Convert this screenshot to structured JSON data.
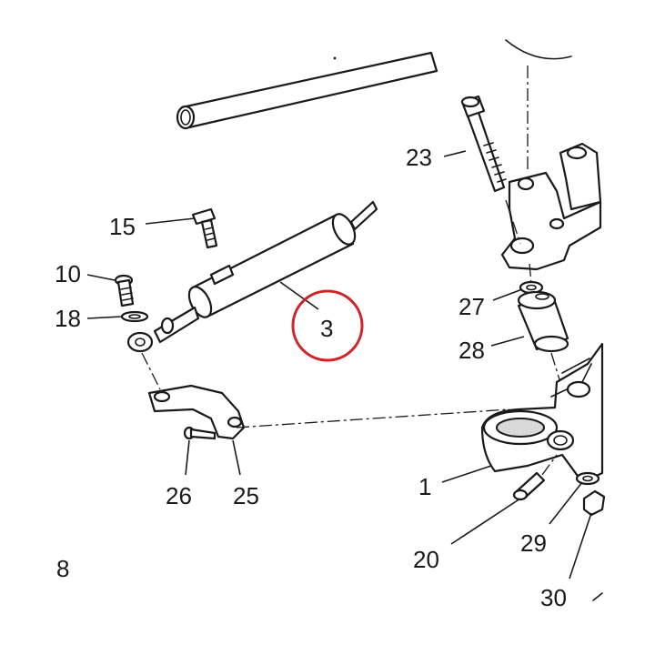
{
  "diagram": {
    "highlight_color": "#d0232a",
    "labels": {
      "l1": "1",
      "l3": "3",
      "l8": "8",
      "l10": "10",
      "l15": "15",
      "l18": "18",
      "l20": "20",
      "l23": "23",
      "l25": "25",
      "l26": "26",
      "l27": "27",
      "l28": "28",
      "l29": "29",
      "l30": "30"
    }
  }
}
